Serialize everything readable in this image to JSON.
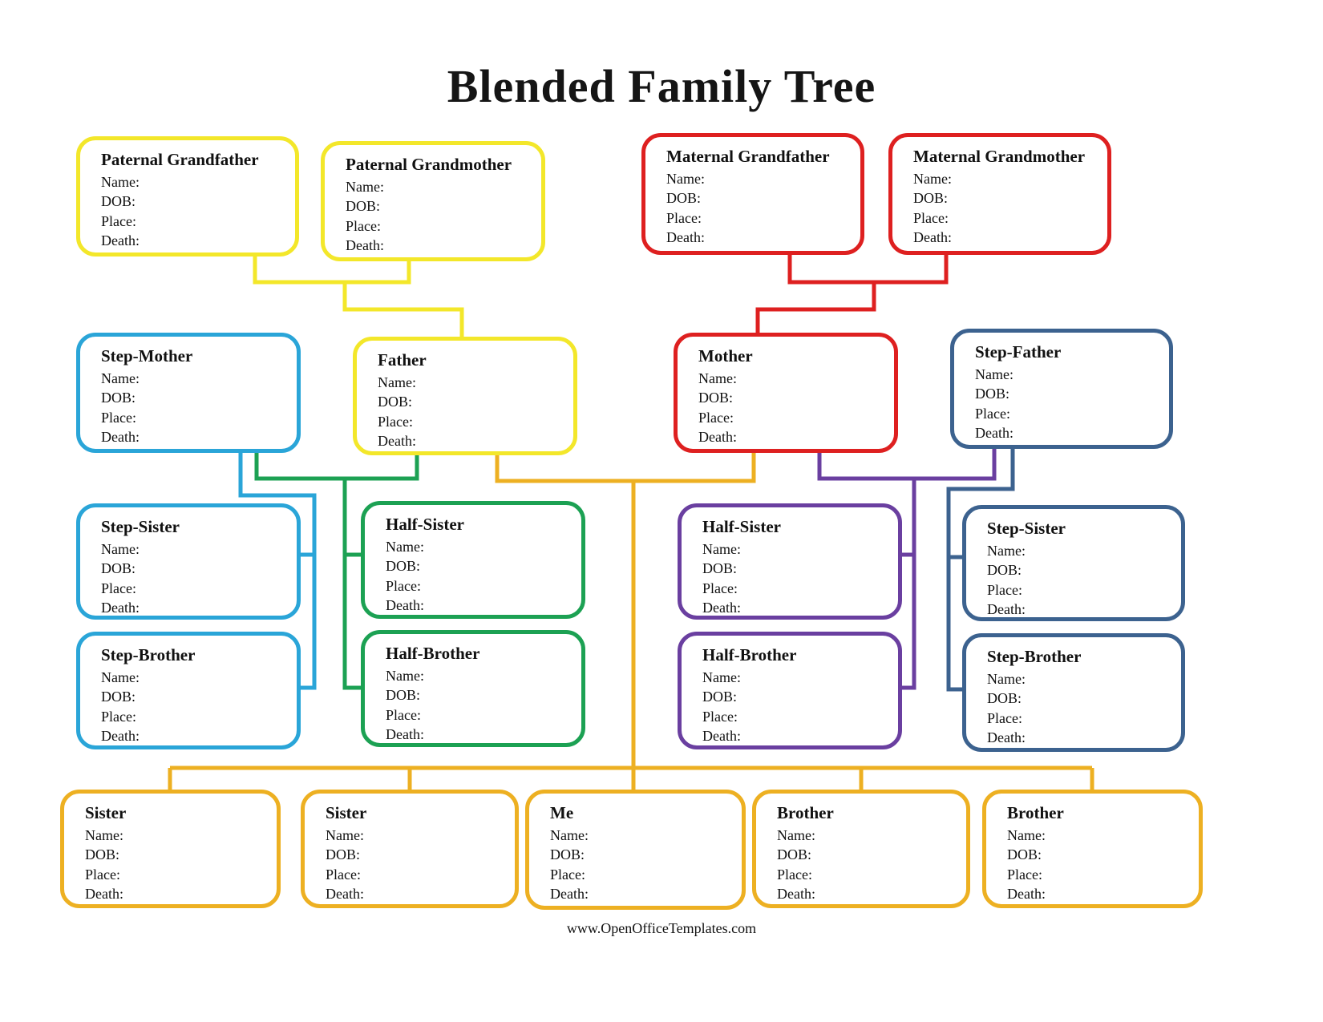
{
  "page": {
    "title": "Blended Family Tree",
    "footer": "www.OpenOfficeTemplates.com"
  },
  "field_labels": {
    "name": "Name:",
    "dob": "DOB:",
    "place": "Place:",
    "death": "Death:"
  },
  "palette": {
    "yellow": "#f3e72a",
    "red": "#de2020",
    "cyan": "#2aa5d8",
    "green": "#1ca153",
    "purple": "#6a3fa0",
    "steel_blue": "#3c628f",
    "gold": "#edb022",
    "text": "#111111",
    "background": "#ffffff"
  },
  "nodes": {
    "paternal_grandfather": {
      "title": "Paternal Grandfather",
      "color": "yellow"
    },
    "paternal_grandmother": {
      "title": "Paternal Grandmother",
      "color": "yellow"
    },
    "maternal_grandfather": {
      "title": "Maternal Grandfather",
      "color": "red"
    },
    "maternal_grandmother": {
      "title": "Maternal Grandmother",
      "color": "red"
    },
    "step_mother": {
      "title": "Step-Mother",
      "color": "cyan"
    },
    "father": {
      "title": "Father",
      "color": "yellow"
    },
    "mother": {
      "title": "Mother",
      "color": "red"
    },
    "step_father": {
      "title": "Step-Father",
      "color": "steel_blue"
    },
    "step_sister_left": {
      "title": "Step-Sister",
      "color": "cyan"
    },
    "half_sister_left": {
      "title": "Half-Sister",
      "color": "green"
    },
    "half_sister_right": {
      "title": "Half-Sister",
      "color": "purple"
    },
    "step_sister_right": {
      "title": "Step-Sister",
      "color": "steel_blue"
    },
    "step_brother_left": {
      "title": "Step-Brother",
      "color": "cyan"
    },
    "half_brother_left": {
      "title": "Half-Brother",
      "color": "green"
    },
    "half_brother_right": {
      "title": "Half-Brother",
      "color": "purple"
    },
    "step_brother_right": {
      "title": "Step-Brother",
      "color": "steel_blue"
    },
    "sister_1": {
      "title": "Sister",
      "color": "gold"
    },
    "sister_2": {
      "title": "Sister",
      "color": "gold"
    },
    "me": {
      "title": "Me",
      "color": "gold"
    },
    "brother_1": {
      "title": "Brother",
      "color": "gold"
    },
    "brother_2": {
      "title": "Brother",
      "color": "gold"
    }
  }
}
